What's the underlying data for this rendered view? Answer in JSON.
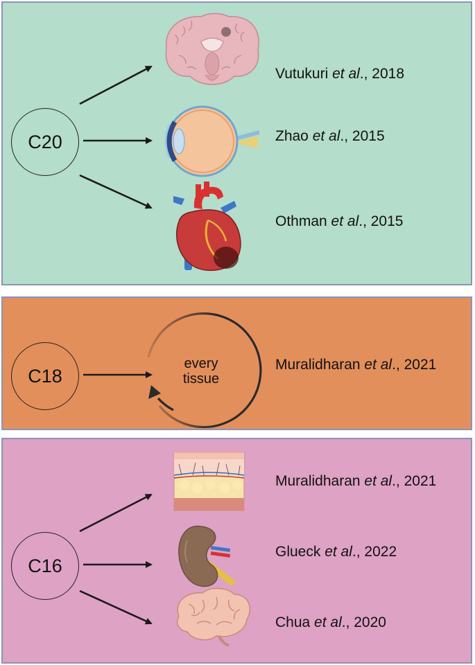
{
  "colors": {
    "panel_c20": "#b4ddcb",
    "panel_c18": "#e38f5c",
    "panel_c16": "#dea2c5",
    "border": "#8a93b8"
  },
  "panels": {
    "c20": {
      "label": "C20",
      "refs": [
        {
          "author": "Vutukuri ",
          "etal": "et al",
          "rest": "., 2018",
          "icon": "brain-coronal-section-icon"
        },
        {
          "author": "Zhao ",
          "etal": "et al",
          "rest": "., 2015",
          "icon": "eye-icon"
        },
        {
          "author": "Othman ",
          "etal": "et al",
          "rest": "., 2015",
          "icon": "heart-icon"
        }
      ]
    },
    "c18": {
      "label": "C18",
      "tissue_line1": "every",
      "tissue_line2": "tissue",
      "refs": [
        {
          "author": "Muralidharan ",
          "etal": "et al",
          "rest": "., 2021",
          "icon": "cycle-arrow-icon"
        }
      ]
    },
    "c16": {
      "label": "C16",
      "refs": [
        {
          "author": "Muralidharan ",
          "etal": "et al",
          "rest": "., 2021",
          "icon": "skin-layers-icon"
        },
        {
          "author": "Glueck ",
          "etal": "et al",
          "rest": "., 2022",
          "icon": "kidney-icon"
        },
        {
          "author": "Chua ",
          "etal": "et al",
          "rest": "., 2020",
          "icon": "brain-icon"
        }
      ]
    }
  }
}
